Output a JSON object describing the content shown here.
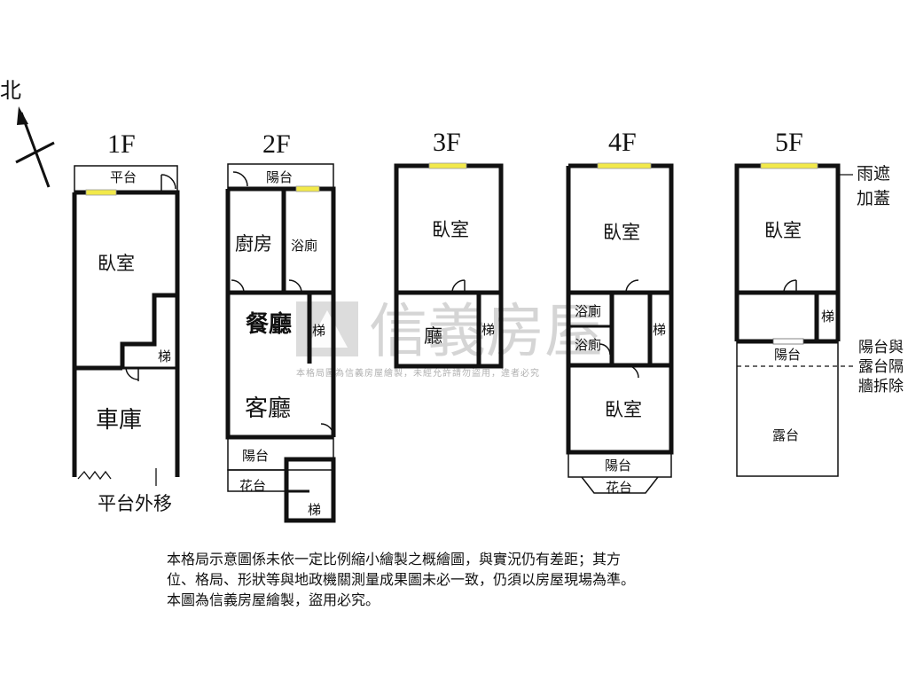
{
  "compass": {
    "label": "北"
  },
  "floors": [
    {
      "name": "1F",
      "rooms": [
        "平台",
        "臥室",
        "梯",
        "車庫"
      ],
      "note": "平台外移"
    },
    {
      "name": "2F",
      "rooms": [
        "陽台",
        "廚房",
        "浴廁",
        "餐廳",
        "梯",
        "客廳",
        "陽台",
        "花台",
        "梯"
      ]
    },
    {
      "name": "3F",
      "rooms": [
        "臥室",
        "廳",
        "梯"
      ]
    },
    {
      "name": "4F",
      "rooms": [
        "臥室",
        "浴廁",
        "浴廁",
        "梯",
        "臥室",
        "陽台",
        "花台"
      ]
    },
    {
      "name": "5F",
      "rooms": [
        "臥室",
        "梯",
        "陽台",
        "露台"
      ]
    }
  ],
  "side_notes": {
    "rain_cover": [
      "雨遮",
      "加蓋"
    ],
    "wall_removed": [
      "陽台與",
      "露台隔",
      "牆拆除"
    ]
  },
  "watermark": {
    "brand": "信義房屋",
    "sub": "本格局圖為信義房屋繪製，未經允許請勿盜用，違者必究"
  },
  "disclaimer": [
    "本格局示意圖係未依一定比例縮小繪製之概繪圖，與實況仍有差距；其方",
    "位、格局、形狀等與地政機關測量成果圖未必一致，仍須以房屋現場為準。",
    "本圖為信義房屋繪製，盜用必究。"
  ],
  "colors": {
    "wall": "#111111",
    "window": "#f2e94a",
    "watermark": "#c8c8c8"
  }
}
